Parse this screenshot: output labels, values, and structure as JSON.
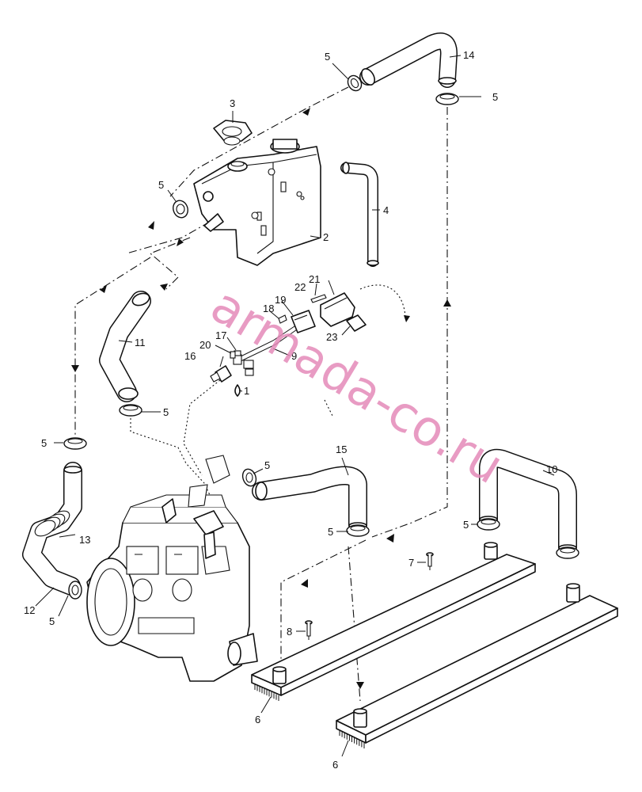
{
  "callouts": {
    "c1": "1",
    "c2": "2",
    "c3": "3",
    "c4": "4",
    "c5a": "5",
    "c5b": "5",
    "c5c": "5",
    "c5d": "5",
    "c5e": "5",
    "c5f": "5",
    "c5g": "5",
    "c5h": "5",
    "c6a": "6",
    "c6b": "6",
    "c7": "7",
    "c8": "8",
    "c9": "9",
    "c10": "10",
    "c11": "11",
    "c12": "12",
    "c13": "13",
    "c14": "14",
    "c15": "15",
    "c16": "16",
    "c17": "17",
    "c18": "18",
    "c19": "19",
    "c20": "20",
    "c21": "21",
    "c22": "22",
    "c23": "23"
  },
  "watermark": "armada-co.ru"
}
